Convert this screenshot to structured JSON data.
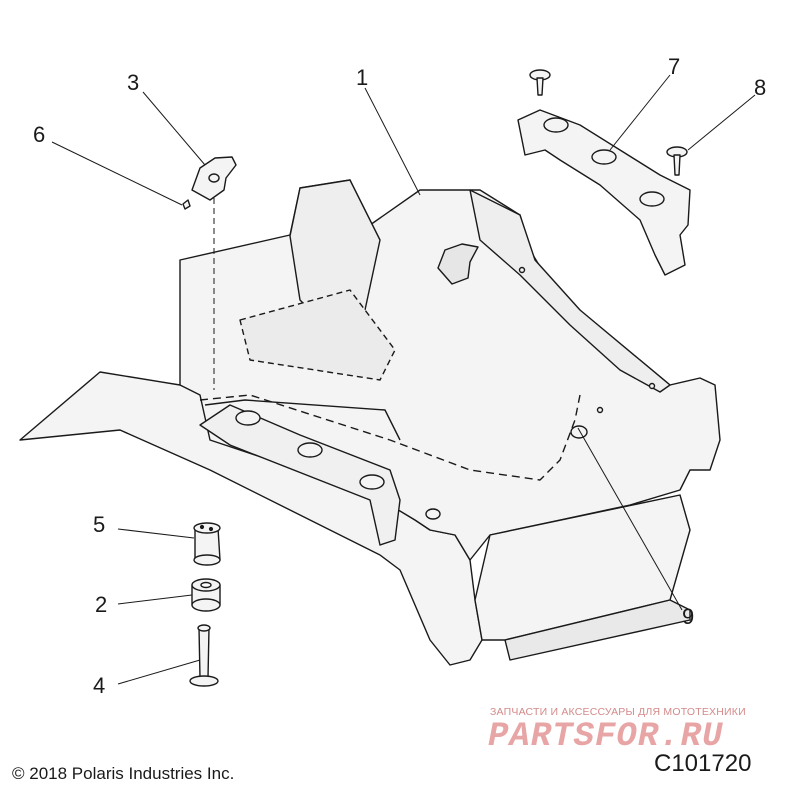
{
  "callouts": {
    "c1": "1",
    "c2": "2",
    "c3": "3",
    "c4": "4",
    "c5": "5",
    "c6": "6",
    "c7": "7",
    "c8": "8",
    "c9": "9"
  },
  "copyright": "© 2018 Polaris Industries Inc.",
  "diagram_code": "C101720",
  "watermark": {
    "tagline": "ЗАПЧАСТИ И АКСЕССУАРЫ ДЛЯ МОТОТЕХНИКИ",
    "logo": "PARTSFOR.RU"
  },
  "colors": {
    "line": "#1a1a1a",
    "part_fill": "#f4f4f4",
    "watermark": "#e7a5a5"
  }
}
